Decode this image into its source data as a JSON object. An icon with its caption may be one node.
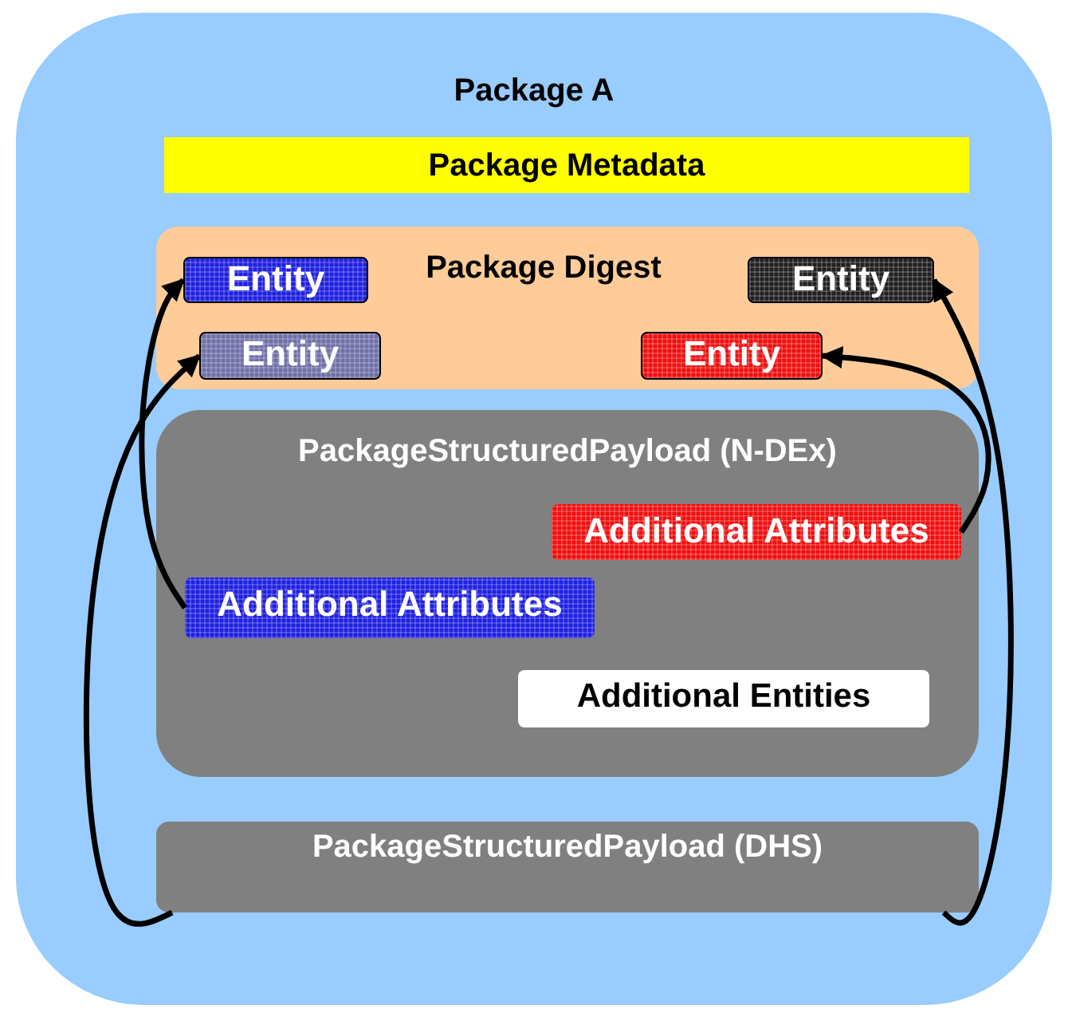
{
  "diagram": {
    "nodes": [
      {
        "text": [
          "Package A"
        ]
      },
      {
        "text": [
          "Package Metadata"
        ],
        "in": 0
      },
      {
        "text": [
          "Package Digest"
        ],
        "in": 0
      },
      {
        "text": [
          "Entity"
        ],
        "in": 2
      },
      {
        "text": [
          "Entity"
        ],
        "in": 2
      },
      {
        "text": [
          "Entity"
        ],
        "in": 2
      },
      {
        "text": [
          "Entity"
        ],
        "in": 2
      },
      {
        "text": [
          "PackageStructuredPayload (N-DEx)"
        ],
        "in": 0
      },
      {
        "text": [
          "Additional Attributes"
        ],
        "in": 7
      },
      {
        "text": [
          "Additional Attributes"
        ],
        "in": 7
      },
      {
        "text": [
          "Additional Entities"
        ],
        "in": 7
      },
      {
        "text": [
          "PackageStructuredPayload (DHS)"
        ],
        "in": 0
      }
    ],
    "edges": [
      {
        "from": 9,
        "to": 3,
        "arrow": "to"
      },
      {
        "from": 11,
        "to": 5,
        "arrow": "to"
      },
      {
        "from": 8,
        "to": 6,
        "arrow": "to"
      },
      {
        "from": 11,
        "to": 4,
        "arrow": "to"
      }
    ]
  }
}
